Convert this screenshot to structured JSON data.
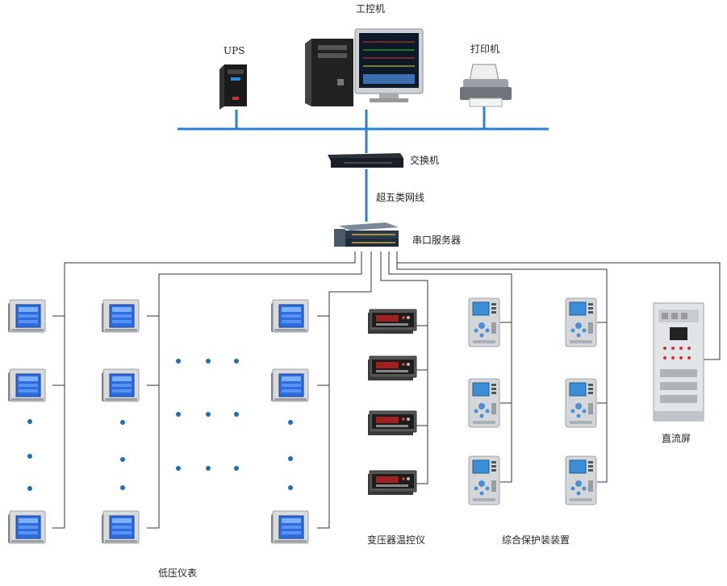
{
  "labels": {
    "workstation": "工控机",
    "ups": "UPS",
    "printer": "打印机",
    "switch": "交换机",
    "cable": "超五类网线",
    "serial_server": "串口服务器",
    "low_voltage_meters": "低压仪表",
    "transformer_temp_controller": "变压器温控仪",
    "protection_device": "综合保护装装置",
    "dc_panel": "直流屏"
  },
  "colors": {
    "network_line": "#2a7fd4",
    "field_line": "#333333",
    "dot": "#1c6fb0",
    "meter_screen": "#2b6de0"
  }
}
